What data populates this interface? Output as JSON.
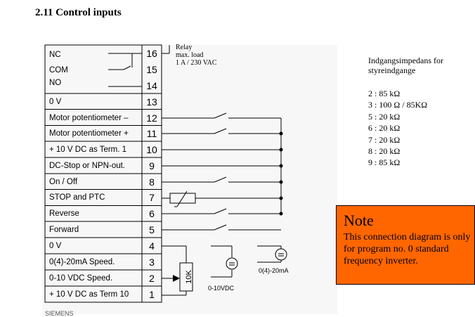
{
  "heading": "2.11  Control inputs",
  "relay_caption": [
    "Relay",
    "max. load",
    "1 A / 230 VAC"
  ],
  "terminals": [
    {
      "label": "NC",
      "num": "16"
    },
    {
      "label": "COM",
      "num": "15"
    },
    {
      "label": "NO",
      "num": "14"
    },
    {
      "label": "0 V",
      "num": "13"
    },
    {
      "label": "Motor potentiometer  –",
      "num": "12"
    },
    {
      "label": "Motor potentiometer  +",
      "num": "11"
    },
    {
      "label": "+ 10 V DC as Term. 1",
      "num": "10"
    },
    {
      "label": "DC-Stop or NPN-out.",
      "num": "9"
    },
    {
      "label": "On / Off",
      "num": "8"
    },
    {
      "label": "STOP and PTC",
      "num": "7"
    },
    {
      "label": "Reverse",
      "num": "6"
    },
    {
      "label": "Forward",
      "num": "5"
    },
    {
      "label": "0 V",
      "num": "4"
    },
    {
      "label": "0(4)-20mA Speed.",
      "num": "3"
    },
    {
      "label": "0-10 VDC  Speed.",
      "num": "2"
    },
    {
      "label": "+ 10 V DC as Term 10",
      "num": "1"
    }
  ],
  "impedance": {
    "title_line1": "Indgangsimpedans for",
    "title_line2": "styreindgange",
    "rows": [
      "2 :  85 kΩ",
      "3 :  100 Ω / 85KΩ",
      "5 :  20 kΩ",
      "6 :  20 kΩ",
      "7 :  20 kΩ",
      "8 :  20 kΩ",
      "9 :  85 kΩ"
    ]
  },
  "note": {
    "title": "Note",
    "text": [
      "This connection diagram is only",
      "for program no. 0 standard",
      "frequency inverter."
    ]
  },
  "labels": {
    "pot": "10K",
    "ma_source": "0(4)-20mA",
    "v_source": "0-10VDC",
    "footer": "SIEMENS"
  }
}
